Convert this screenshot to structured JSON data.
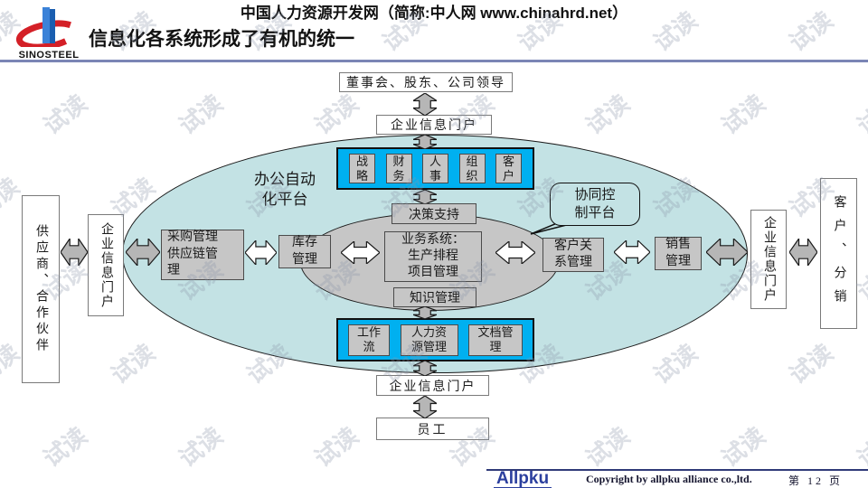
{
  "header": {
    "site_title": "中国人力资源开发网（简称:中人网 www.chinahrd.net）",
    "slide_title": "信息化各系统形成了有机的统一",
    "logo_text": "SINOSTEEL"
  },
  "diagram": {
    "leaders": "董事会、股东、公司领导",
    "portal_top": "企业信息门户",
    "oa_platform_label": "办公自动化平台",
    "strategy_row": [
      "战略",
      "财务",
      "人事",
      "组织",
      "客户"
    ],
    "decision_support": "决策支持",
    "callout": "协同控制平台",
    "purchase_supply": "采购管理供应链管理",
    "inventory": "库存管理",
    "business_system": "业务系统：\n生产排程\n项目管理",
    "crm": "客户关系管理",
    "sales": "销售管理",
    "knowledge": "知识管理",
    "bottom_row": [
      "工作流",
      "人力资源管理",
      "文档管理"
    ],
    "portal_bottom": "企业信息门户",
    "staff": "员工",
    "left_outer": "供应商、合作伙伴",
    "left_portal": "企业信息门户",
    "right_portal": "企业信息门户",
    "right_outer": "客户、分销"
  },
  "footer": {
    "logo_text": "Allpku",
    "copyright": "Copyright by  allpku alliance co.,ltd.",
    "page": "第 12 页"
  },
  "watermark": {
    "text": "试读"
  },
  "colors": {
    "ellipse_fill": "#c3e2e4",
    "inner_ellipse_fill": "#c6c6c6",
    "highlight_blue": "#00b0f0",
    "header_rule": "#7b85b5",
    "footer_rule": "#2f3a78",
    "logo_blue": "#2b3f9e"
  }
}
